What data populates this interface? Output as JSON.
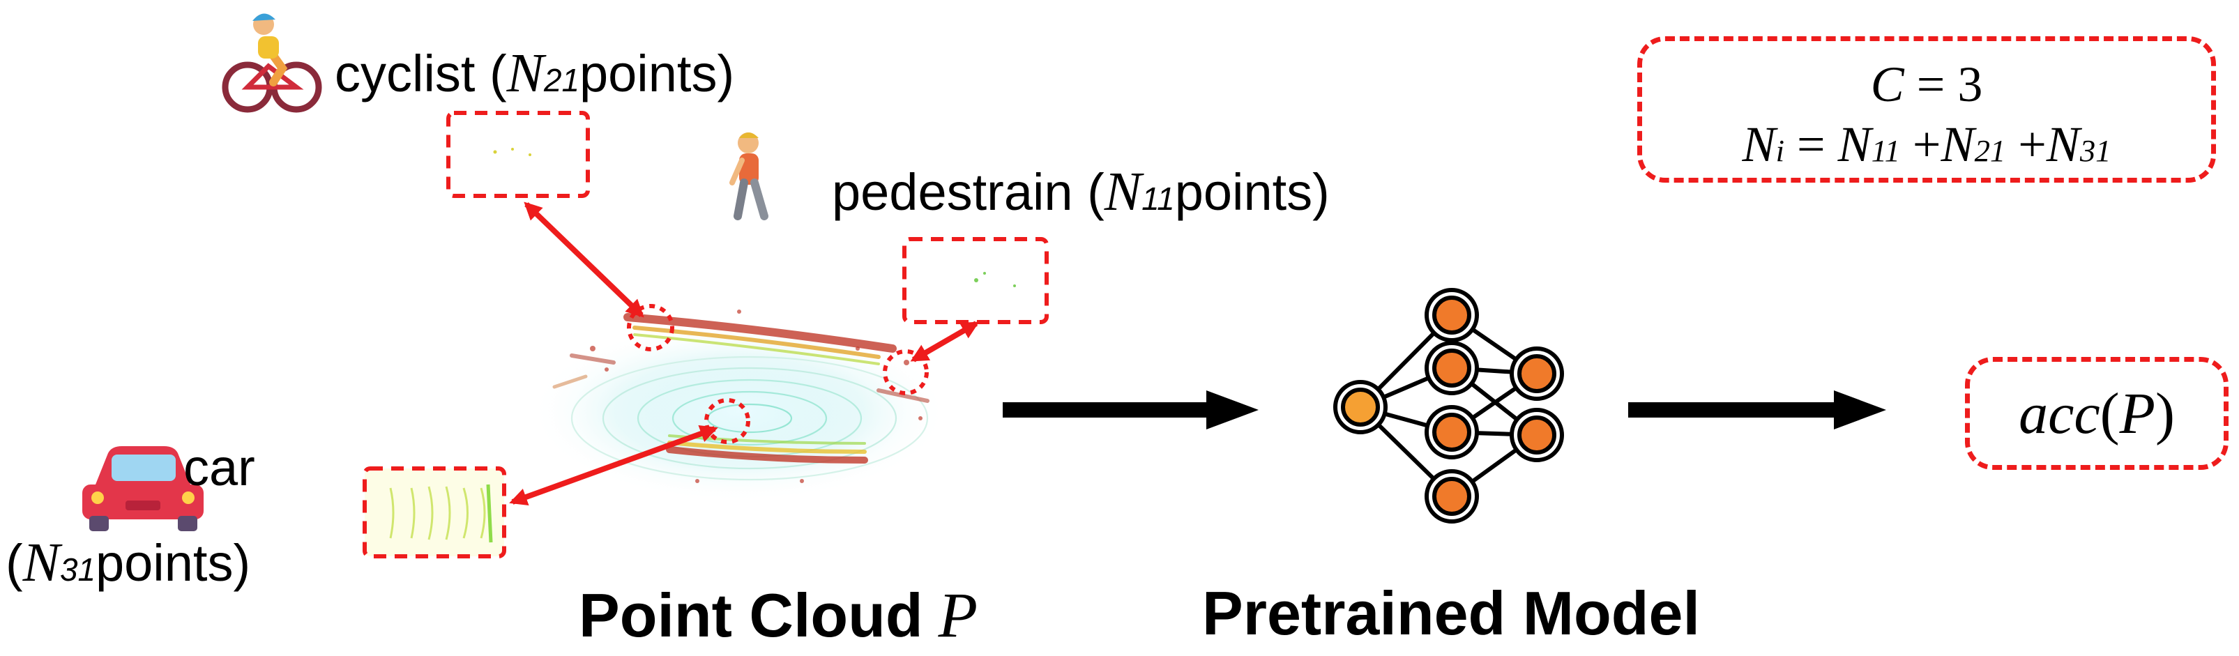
{
  "labels": {
    "cyclist": {
      "name": "cyclist (",
      "var": "N",
      "sub": "21",
      "suffix": " points)"
    },
    "pedestrian": {
      "name": "pedestrain (",
      "var": "N",
      "sub": "11",
      "suffix": " points)"
    },
    "car_name": "car",
    "car_count": {
      "prefix": "(",
      "var": "N",
      "sub": "31",
      "suffix": " points)"
    }
  },
  "captions": {
    "point_cloud": "Point Cloud",
    "point_cloud_var": "P",
    "model": "Pretrained Model"
  },
  "formula": {
    "line1": {
      "lhs": "C",
      "eq": " = ",
      "rhs": "3"
    },
    "line2": {
      "lhs": "N",
      "lhs_sub": "i",
      "eq": " = ",
      "t1": "N",
      "t1_sub": "11",
      "plus1": " +",
      "t2": "N",
      "t2_sub": "21",
      "plus2": " +",
      "t3": "N",
      "t3_sub": "31"
    }
  },
  "output": {
    "func": "acc",
    "open": "(",
    "var": "P",
    "close": ")"
  },
  "icons": [
    "cyclist-icon",
    "pedestrian-icon",
    "car-icon",
    "neural-network-icon"
  ],
  "colors": {
    "annotation_red": "#ee1c1c",
    "arrow_black": "#000000",
    "node_orange": "#f07a2a",
    "node_input": "#f5a033"
  }
}
